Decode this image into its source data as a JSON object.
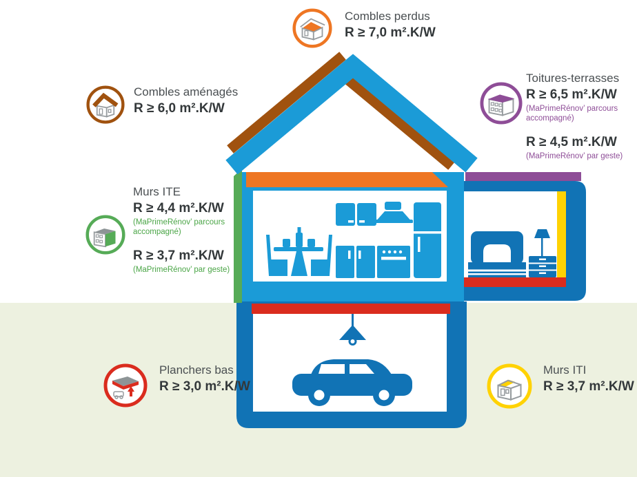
{
  "background": {
    "sky": "#ffffff",
    "ground": "#edf1e0"
  },
  "colors": {
    "blue_light": "#1b9bd7",
    "blue_dark": "#1173b5",
    "orange": "#ee7623",
    "brown": "#a0520f",
    "green": "#56ab57",
    "purple": "#8e4d97",
    "red": "#da2c1e",
    "yellow": "#ffd203",
    "ground": "#edf1e0",
    "text_dark": "#33383a",
    "text_gray": "#4a4f52",
    "caption_green": "#4aa546",
    "caption_purple": "#8e4d97"
  },
  "callouts": {
    "combles_perdus": {
      "icon": "lost-attic-house-icon",
      "icon_ring_color": "#ee7623",
      "label": "Combles perdus",
      "value": "R ≥ 7,0 m².K/W"
    },
    "combles_amenages": {
      "icon": "converted-attic-house-icon",
      "icon_ring_color": "#a0520f",
      "label": "Combles aménagés",
      "value": "R ≥ 6,0 m².K/W"
    },
    "toitures_terrasses": {
      "icon": "flat-roof-building-icon",
      "icon_ring_color": "#8e4d97",
      "label": "Toitures-terrasses",
      "value_accompagne": "R ≥ 6,5 m².K/W",
      "caption_accompagne": "(MaPrimeRénov’ parcours accompagné)",
      "value_geste": "R ≥ 4,5 m².K/W",
      "caption_geste": "(MaPrimeRénov’ par geste)"
    },
    "murs_ite": {
      "icon": "exterior-insulated-wall-building-icon",
      "icon_ring_color": "#56ab57",
      "label": "Murs ITE",
      "value_accompagne": "R ≥ 4,4 m².K/W",
      "caption_accompagne": "(MaPrimeRénov’ parcours accompagné)",
      "value_geste": "R ≥ 3,7 m².K/W",
      "caption_geste": "(MaPrimeRénov’ par geste)"
    },
    "planchers_bas": {
      "icon": "floor-slab-arrow-icon",
      "icon_ring_color": "#da2c1e",
      "label": "Planchers bas",
      "value": "R ≥ 3,0 m².K/W"
    },
    "murs_iti": {
      "icon": "interior-insulated-wall-house-icon",
      "icon_ring_color": "#ffd203",
      "label": "Murs ITI",
      "value": "R ≥ 3,7 m².K/W"
    }
  }
}
